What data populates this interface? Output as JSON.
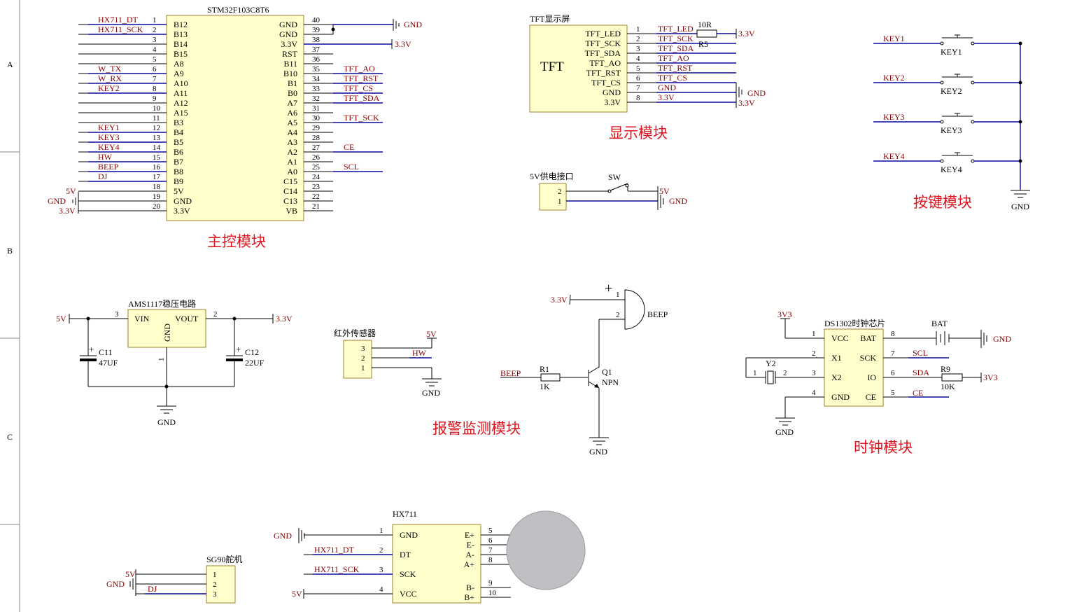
{
  "sheet": {
    "zones": [
      "A",
      "B",
      "C"
    ]
  },
  "titles": {
    "main": "主控模块",
    "display": "显示模块",
    "keys": "按键模块",
    "alarm": "报警监测模块",
    "clock": "时钟模块"
  },
  "mcu": {
    "name": "STM32F103C8T6",
    "left_pins": [
      {
        "num": "1",
        "name": "B12",
        "net": "HX711_DT"
      },
      {
        "num": "2",
        "name": "B13",
        "net": "HX711_SCK"
      },
      {
        "num": "3",
        "name": "B14",
        "net": ""
      },
      {
        "num": "4",
        "name": "B15",
        "net": ""
      },
      {
        "num": "5",
        "name": "A8",
        "net": ""
      },
      {
        "num": "6",
        "name": "A9",
        "net": "W_TX"
      },
      {
        "num": "7",
        "name": "A10",
        "net": "W_RX"
      },
      {
        "num": "8",
        "name": "A11",
        "net": "KEY2"
      },
      {
        "num": "9",
        "name": "A12",
        "net": ""
      },
      {
        "num": "10",
        "name": "A15",
        "net": ""
      },
      {
        "num": "11",
        "name": "B3",
        "net": ""
      },
      {
        "num": "12",
        "name": "B4",
        "net": "KEY1"
      },
      {
        "num": "13",
        "name": "B5",
        "net": "KEY3"
      },
      {
        "num": "14",
        "name": "B6",
        "net": "KEY4"
      },
      {
        "num": "15",
        "name": "B7",
        "net": "HW"
      },
      {
        "num": "16",
        "name": "B8",
        "net": "BEEP"
      },
      {
        "num": "17",
        "name": "B9",
        "net": "DJ"
      },
      {
        "num": "18",
        "name": "5V",
        "net": ""
      },
      {
        "num": "19",
        "name": "GND",
        "net": ""
      },
      {
        "num": "20",
        "name": "3.3V",
        "net": ""
      }
    ],
    "right_pins": [
      {
        "num": "40",
        "name": "GND",
        "net": ""
      },
      {
        "num": "39",
        "name": "GND",
        "net": ""
      },
      {
        "num": "38",
        "name": "3.3V",
        "net": ""
      },
      {
        "num": "37",
        "name": "RST",
        "net": ""
      },
      {
        "num": "36",
        "name": "B11",
        "net": ""
      },
      {
        "num": "35",
        "name": "B10",
        "net": "TFT_AO"
      },
      {
        "num": "34",
        "name": "B1",
        "net": "TFT_RST"
      },
      {
        "num": "33",
        "name": "B0",
        "net": "TFT_CS"
      },
      {
        "num": "32",
        "name": "A7",
        "net": "TFT_SDA"
      },
      {
        "num": "31",
        "name": "A6",
        "net": ""
      },
      {
        "num": "30",
        "name": "A5",
        "net": "TFT_SCK"
      },
      {
        "num": "29",
        "name": "A4",
        "net": ""
      },
      {
        "num": "28",
        "name": "A3",
        "net": ""
      },
      {
        "num": "27",
        "name": "A2",
        "net": "CE"
      },
      {
        "num": "26",
        "name": "A1",
        "net": ""
      },
      {
        "num": "25",
        "name": "A0",
        "net": "SCL"
      },
      {
        "num": "24",
        "name": "C15",
        "net": ""
      },
      {
        "num": "23",
        "name": "C14",
        "net": ""
      },
      {
        "num": "22",
        "name": "C13",
        "net": ""
      },
      {
        "num": "21",
        "name": "VB",
        "net": ""
      }
    ],
    "power_left": [
      "5V",
      "GND",
      "3.3V"
    ],
    "power_right": [
      "GND",
      "3.3V"
    ]
  },
  "tft": {
    "name": "TFT显示屏",
    "label": "TFT",
    "pins": [
      {
        "num": "1",
        "name": "TFT_LED",
        "net": "TFT_LED"
      },
      {
        "num": "2",
        "name": "TFT_SCK",
        "net": "TFT_SCK"
      },
      {
        "num": "3",
        "name": "TFT_SDA",
        "net": "TFT_SDA"
      },
      {
        "num": "4",
        "name": "TFT_AO",
        "net": "TFT_AO"
      },
      {
        "num": "5",
        "name": "TFT_RST",
        "net": "TFT_RST"
      },
      {
        "num": "6",
        "name": "TFT_CS",
        "net": "TFT_CS"
      },
      {
        "num": "7",
        "name": "GND",
        "net": "GND"
      },
      {
        "num": "8",
        "name": "3.3V",
        "net": "3.3V"
      }
    ],
    "resistor": {
      "ref": "R5",
      "value": "10R"
    },
    "power": [
      "3.3V",
      "GND",
      "3.3V"
    ]
  },
  "power_in": {
    "name": "5V供电接口",
    "pins": [
      "2",
      "1"
    ],
    "switch": "SW",
    "nets": [
      "5V",
      "GND"
    ]
  },
  "keys": {
    "items": [
      {
        "net": "KEY1",
        "ref": "KEY1"
      },
      {
        "net": "KEY2",
        "ref": "KEY2"
      },
      {
        "net": "KEY3",
        "ref": "KEY3"
      },
      {
        "net": "KEY4",
        "ref": "KEY4"
      }
    ],
    "gnd": "GND"
  },
  "ams": {
    "name": "AMS1117稳压电路",
    "vin": "VIN",
    "vout": "VOUT",
    "gnd": "GND",
    "pin_in": "3",
    "pin_out": "2",
    "pin_gnd": "1",
    "in_net": "5V",
    "out_net": "3.3V",
    "gnd_net": "GND",
    "c_in": {
      "ref": "C11",
      "value": "47UF"
    },
    "c_out": {
      "ref": "C12",
      "value": "22UF"
    }
  },
  "ir": {
    "name": "红外传感器",
    "pins": [
      "3",
      "2",
      "1"
    ],
    "nets": [
      "5V",
      "HW",
      "GND"
    ]
  },
  "buzzer": {
    "ref": "BEEP",
    "plus": "+",
    "pins": [
      "1",
      "2"
    ],
    "vcc": "3.3V"
  },
  "transistor": {
    "ref": "Q1",
    "type": "NPN",
    "in_net": "BEEP",
    "r_ref": "R1",
    "r_value": "1K",
    "gnd": "GND"
  },
  "rtc": {
    "name": "DS1302时钟芯片",
    "left": [
      {
        "num": "1",
        "name": "VCC"
      },
      {
        "num": "2",
        "name": "X1"
      },
      {
        "num": "3",
        "name": "X2"
      },
      {
        "num": "4",
        "name": "GND"
      }
    ],
    "right": [
      {
        "num": "8",
        "name": "BAT",
        "net": ""
      },
      {
        "num": "7",
        "name": "SCK",
        "net": "SCL"
      },
      {
        "num": "6",
        "name": "IO",
        "net": "SDA"
      },
      {
        "num": "5",
        "name": "CE",
        "net": "CE"
      }
    ],
    "vcc": "3V3",
    "gnd": "GND",
    "bat": "BAT",
    "bat_gnd": "GND",
    "crystal": {
      "ref": "Y2",
      "pins": [
        "1",
        "2"
      ]
    },
    "r9": {
      "ref": "R9",
      "value": "10K",
      "net": "3V3"
    }
  },
  "servo": {
    "name": "SG90舵机",
    "pins": [
      "1",
      "2",
      "3"
    ],
    "nets": [
      "5V",
      "GND",
      "DJ"
    ]
  },
  "hx711": {
    "name": "HX711",
    "left": [
      {
        "num": "1",
        "name": "GND",
        "net": "GND"
      },
      {
        "num": "2",
        "name": "DT",
        "net": "HX711_DT"
      },
      {
        "num": "3",
        "name": "SCK",
        "net": "HX711_SCK"
      },
      {
        "num": "4",
        "name": "VCC",
        "net": "5V"
      }
    ],
    "right": [
      {
        "num": "5",
        "name": "E+"
      },
      {
        "num": "6",
        "name": "E-"
      },
      {
        "num": "7",
        "name": "A-"
      },
      {
        "num": "8",
        "name": "A+"
      },
      {
        "num": "9",
        "name": "B-"
      },
      {
        "num": "10",
        "name": "B+"
      }
    ]
  },
  "colors": {
    "wire_blue": "#0a0aa0",
    "net_red": "#8b0000",
    "comp_fill": "#ffffcc",
    "title_red": "#e0141e"
  }
}
